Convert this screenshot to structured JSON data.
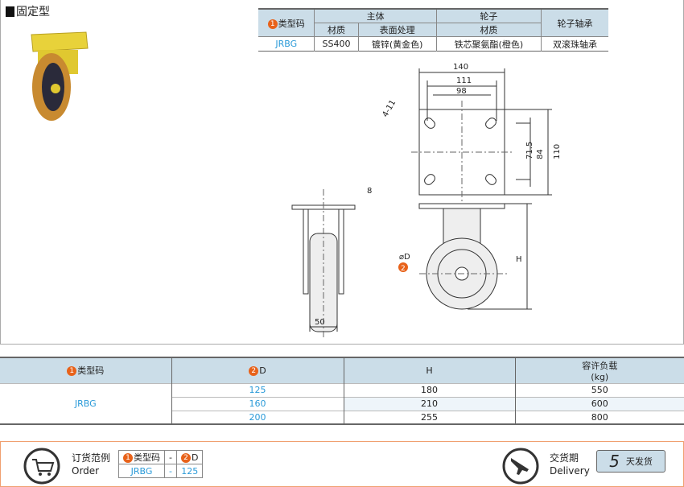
{
  "title": "固定型",
  "spec_table": {
    "h_type": "类型码",
    "h_body": "主体",
    "h_wheel": "轮子",
    "h_bearing": "轮子轴承",
    "h_material": "材质",
    "h_surface": "表面处理",
    "h_wheel_material": "材质",
    "row": {
      "type": "JRBG",
      "material": "SS400",
      "surface": "镀锌(黄金色)",
      "wheel_material": "铁芯聚氨酯(橙色)",
      "bearing": "双滚珠轴承"
    }
  },
  "drawing": {
    "d140": "140",
    "d111": "111",
    "d98": "98",
    "d4_11": "4-11",
    "d71_5": "71.5",
    "d84": "84",
    "d110": "110",
    "d8": "8",
    "d50": "50",
    "dH": "H",
    "dD": "⌀D",
    "marker2": "2"
  },
  "main_table": {
    "headers": {
      "type": "类型码",
      "d": "D",
      "h": "H",
      "load": "容许负载",
      "load_unit": "(kg)"
    },
    "type": "JRBG",
    "rows": [
      {
        "d": "125",
        "h": "180",
        "load": "550"
      },
      {
        "d": "160",
        "h": "210",
        "load": "600"
      },
      {
        "d": "200",
        "h": "255",
        "load": "800"
      }
    ]
  },
  "markers": {
    "one": "1",
    "two": "2"
  },
  "order": {
    "label_cn": "订货范例",
    "label_en": "Order",
    "h_type": "类型码",
    "dash": "-",
    "h_d": "D",
    "v_type": "JRBG",
    "v_d": "125"
  },
  "delivery": {
    "label_cn": "交货期",
    "label_en": "Delivery",
    "days": "5",
    "suffix": "天发货"
  }
}
